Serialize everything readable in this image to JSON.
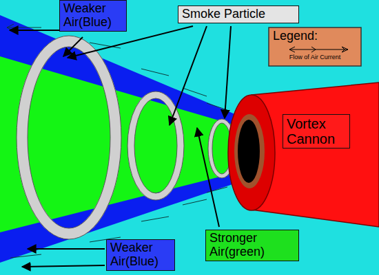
{
  "diagram": {
    "nodes": [
      {
        "text": [
          "Weaker Air(Blue)"
        ]
      },
      {
        "text": [
          "Smoke Particle"
        ]
      },
      {
        "text": [
          "Vortex Cannon"
        ]
      },
      {
        "text": [
          "Stronger Air(green)"
        ]
      },
      {
        "text": [
          "Weaker Air(Blue)"
        ]
      }
    ],
    "labels": [
      "Legend:"
    ],
    "legend": [
      {
        "text": "Flow of Air Current"
      }
    ]
  }
}
